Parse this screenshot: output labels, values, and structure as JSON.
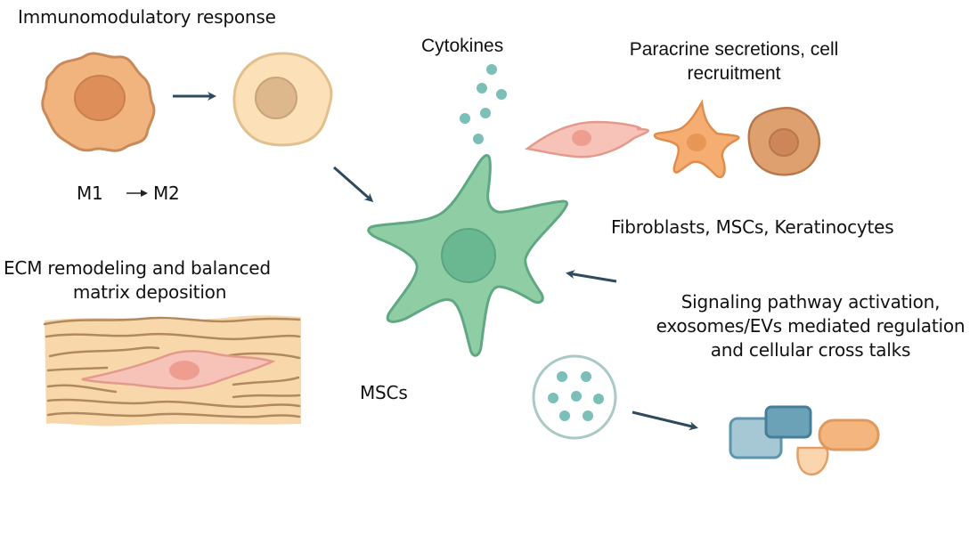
{
  "labels": {
    "immunomodulatory": "Immunomodulatory response",
    "m1": "M1",
    "m2": "M2",
    "cytokines": "Cytokines",
    "paracrine_line1": "Paracrine secretions, cell",
    "paracrine_line2": "recruitment",
    "fibroblasts": "Fibroblasts, MSCs, Keratinocytes",
    "ecm_line1": "ECM remodeling and balanced",
    "ecm_line2": "matrix deposition",
    "signaling_line1": "Signaling pathway activation,",
    "signaling_line2": "exosomes/EVs mediated regulation",
    "signaling_line3": "and cellular cross talks",
    "mscs": "MSCs"
  },
  "colors": {
    "arrow": "#2e4a5c",
    "msc_fill": "#8fcea5",
    "msc_stroke": "#5fa882",
    "msc_nucleus": "#6ab892",
    "m1_fill": "#f2b47e",
    "m1_stroke": "#c98a5a",
    "m1_nucleus": "#de8e58",
    "m2_fill": "#fbe0b8",
    "m2_stroke": "#e2bf8e",
    "m2_nucleus": "#ddb88c",
    "cytokine_dot": "#7cbfb8",
    "fibroblast_fill": "#f7c2b8",
    "fibroblast_stroke": "#e39a8c",
    "star_cell_fill": "#f5ad72",
    "star_cell_stroke": "#e08c4c",
    "keratinocyte_fill": "#dfa070",
    "keratinocyte_stroke": "#b8774c",
    "ecm_fill": "#f8d7aa",
    "ecm_fiber": "#b08a5e",
    "vesicle_stroke": "#a9c9c5",
    "cell_blue_light": "#a6c8d4",
    "cell_blue_dark": "#5d95ae",
    "cell_orange": "#f5b57e",
    "cell_peach": "#fbd5ad"
  }
}
